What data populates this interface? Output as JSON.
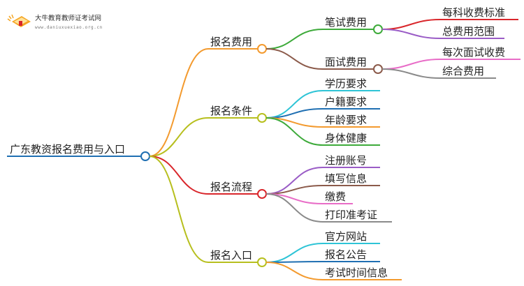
{
  "logo": {
    "title": "大牛教育教师证考试网",
    "url": "www.daniuxuexiao.org.cn"
  },
  "root": {
    "label": "广东教资报名费用与入口"
  },
  "branches": [
    {
      "id": "fee",
      "label": "报名费用",
      "color": "#F39A2E",
      "children": [
        {
          "id": "written",
          "label": "笔试费用",
          "color": "#3DAA3A",
          "children": [
            {
              "label": "每科收费标准",
              "color": "#D9262B"
            },
            {
              "label": "总费用范围",
              "color": "#9A5CC6"
            }
          ]
        },
        {
          "id": "interview",
          "label": "面试费用",
          "color": "#8B5A4A",
          "children": [
            {
              "label": "每次面试收费",
              "color": "#E86CC7"
            },
            {
              "label": "综合费用",
              "color": "#8A8A8A"
            }
          ]
        }
      ]
    },
    {
      "id": "cond",
      "label": "报名条件",
      "color": "#B7BF1E",
      "children": [
        {
          "label": "学历要求",
          "color": "#2EC4D6"
        },
        {
          "label": "户籍要求",
          "color": "#1F6FB2"
        },
        {
          "label": "年龄要求",
          "color": "#F39A2E"
        },
        {
          "label": "身体健康",
          "color": "#3DAA3A"
        }
      ]
    },
    {
      "id": "flow",
      "label": "报名流程",
      "color": "#D9262B",
      "children": [
        {
          "label": "注册账号",
          "color": "#9A5CC6"
        },
        {
          "label": "填写信息",
          "color": "#8B5A4A"
        },
        {
          "label": "缴费",
          "color": "#E86CC7"
        },
        {
          "label": "打印准考证",
          "color": "#8A8A8A"
        }
      ]
    },
    {
      "id": "entry",
      "label": "报名入口",
      "color": "#B7BF1E",
      "children": [
        {
          "label": "官方网站",
          "color": "#2EC4D6"
        },
        {
          "label": "报名公告",
          "color": "#1F6FB2"
        },
        {
          "label": "考试时间信息",
          "color": "#F39A2E"
        }
      ]
    }
  ],
  "colors": {
    "root_line": "#1F6FB2",
    "text": "#222222"
  }
}
